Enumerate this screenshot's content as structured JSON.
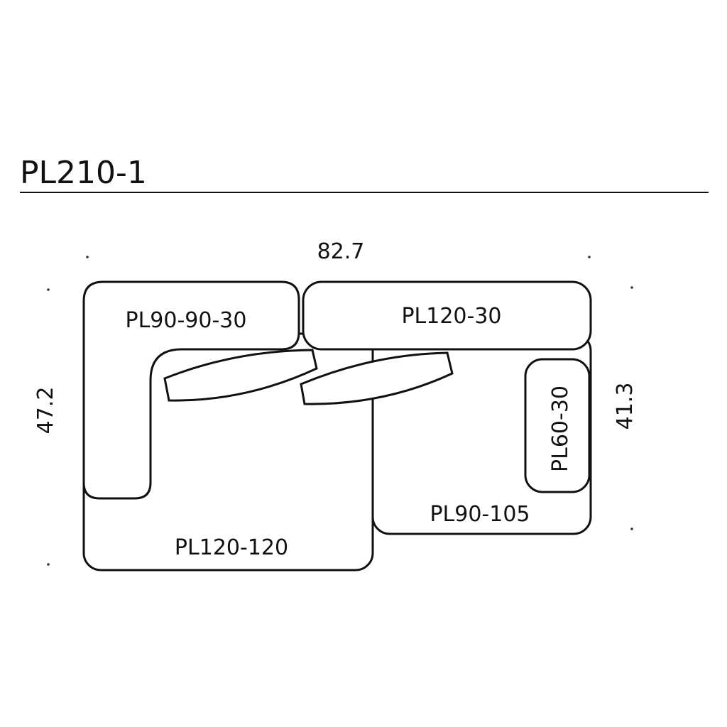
{
  "title": "PL210-1",
  "dimensions": {
    "width": "82.7",
    "depth_left": "47.2",
    "depth_right": "41.3"
  },
  "modules": {
    "corner_back": "PL90-90-30",
    "back": "PL120-30",
    "corner_seat": "PL120-120",
    "seat": "PL90-105",
    "bolster": "PL60-30"
  }
}
